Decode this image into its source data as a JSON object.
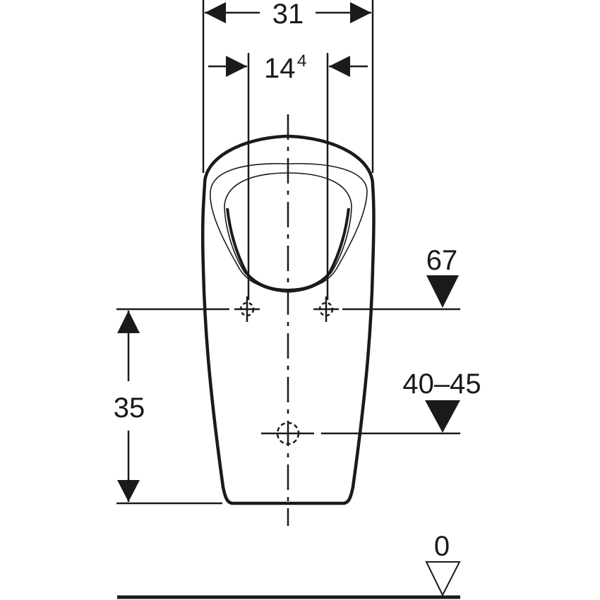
{
  "drawing": {
    "type": "technical dimension drawing",
    "subject": "urinal front view",
    "line_color": "#1a1a1a",
    "background": "#ffffff"
  },
  "dimensions": {
    "overall_width": {
      "value": "31"
    },
    "inlet_spacing": {
      "value": "14",
      "superscript": "4"
    },
    "inlet_to_outlet_height": {
      "value": "35"
    }
  },
  "levels": {
    "inlet_level": {
      "value": "67",
      "marker": "filled-triangle"
    },
    "outlet_level": {
      "value": "40–45",
      "marker": "filled-triangle"
    },
    "floor_level": {
      "value": "0",
      "marker": "open-triangle"
    }
  }
}
